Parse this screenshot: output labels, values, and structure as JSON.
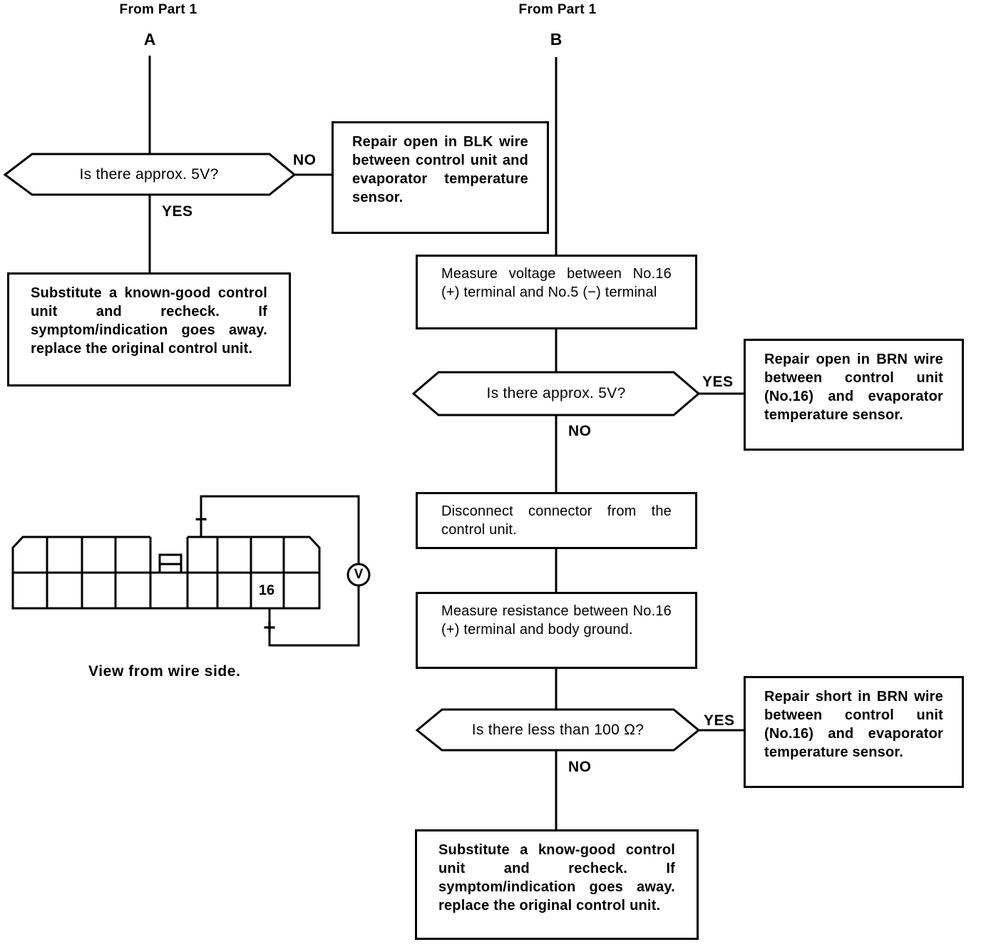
{
  "colors": {
    "ink": "#000000",
    "paper": "#ffffff"
  },
  "left_flow": {
    "from_label": "From Part 1",
    "entry_letter": "A",
    "decision_5v": {
      "question": "Is there approx. 5V?",
      "no_label": "NO",
      "yes_label": "YES"
    },
    "repair_blk_box": "Repair open in BLK wire between control unit and evaporator temperature sensor.",
    "substitute_box": "Substitute a known-good control unit and recheck. If symptom/indication goes away. replace the original control unit."
  },
  "right_flow": {
    "from_label": "From Part 1",
    "entry_letter": "B",
    "measure_voltage_box": "Measure voltage between No.16 (+) terminal and No.5 (−) terminal",
    "decision_5v": {
      "question": "Is there approx. 5V?",
      "yes_label": "YES",
      "no_label": "NO"
    },
    "repair_open_brn_box": "Repair open in BRN wire between control unit (No.16) and evaporator temperature sensor.",
    "disconnect_box": "Disconnect connector from the control unit.",
    "measure_resistance_box": "Measure resistance between No.16 (+) terminal and body ground.",
    "decision_100_ohm": {
      "question": "Is there less than 100 Ω?",
      "yes_label": "YES",
      "no_label": "NO"
    },
    "repair_short_brn_box": "Repair short in BRN wire between control unit (No.16) and evaporator temperature sensor.",
    "substitute_box": "Substitute a know-good control unit and recheck. If symptom/indication goes away. replace the original control unit."
  },
  "connector_view": {
    "terminal_16_label": "16",
    "voltmeter_label": "V",
    "plus_label": "+",
    "minus_label": "−",
    "caption": "View from wire side."
  }
}
